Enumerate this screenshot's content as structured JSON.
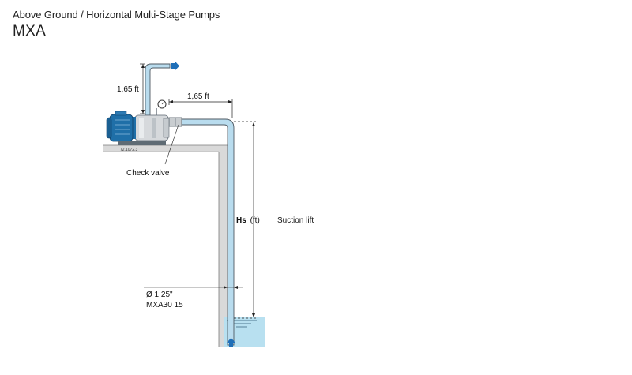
{
  "header": {
    "subtitle": "Above Ground / Horizontal Multi-Stage Pumps",
    "title": "MXA"
  },
  "diagram": {
    "dim_vertical_discharge": "1,65 ft",
    "dim_horizontal_suction": "1,65 ft",
    "model_code": "72.1072.3",
    "check_valve_label": "Check valve",
    "suction_lift_symbol": "Hs",
    "suction_lift_unit": "(ft)",
    "suction_lift_label": "Suction lift",
    "pipe_diameter": "Ø  1.25\"",
    "pump_model": "MXA30 15"
  },
  "colors": {
    "pipe_fill": "#b9dcee",
    "pipe_stroke": "#4f5a63",
    "water": "#b8e0f0",
    "arrow": "#1f6fb8",
    "motor": "#1f6fa8",
    "ground": "#d8d8d8"
  }
}
